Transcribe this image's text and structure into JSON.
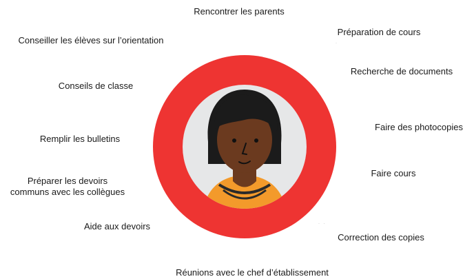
{
  "colors": {
    "ring": "#ee3432",
    "inner": "#e6e7e8",
    "skin": "#6b3a1f",
    "hair": "#1b1b1b",
    "shirt": "#f39a2b",
    "collar": "#2a2a2a"
  },
  "center": {
    "icon": "teacher-avatar-icon"
  },
  "tasks": [
    {
      "id": "rencontrer",
      "lines": [
        "Rencontrer les parents"
      ]
    },
    {
      "id": "orientation",
      "lines": [
        "Conseiller les élèves sur l’orientation"
      ]
    },
    {
      "id": "preparation",
      "lines": [
        "Préparation de cours"
      ]
    },
    {
      "id": "recherche",
      "lines": [
        "Recherche de documents"
      ]
    },
    {
      "id": "conseils",
      "lines": [
        "Conseils de classe"
      ]
    },
    {
      "id": "photocopies",
      "lines": [
        "Faire des photocopies"
      ]
    },
    {
      "id": "bulletins",
      "lines": [
        "Remplir les bulletins"
      ]
    },
    {
      "id": "devoirs-communs",
      "lines": [
        "Préparer les devoirs",
        "communs avec les collègues"
      ]
    },
    {
      "id": "faire-cours",
      "lines": [
        "Faire cours"
      ]
    },
    {
      "id": "aide-devoirs",
      "lines": [
        "Aide aux devoirs"
      ]
    },
    {
      "id": "correction",
      "lines": [
        "Correction des copies"
      ]
    },
    {
      "id": "reunions",
      "lines": [
        "Réunions avec le chef d’établissement"
      ]
    }
  ]
}
